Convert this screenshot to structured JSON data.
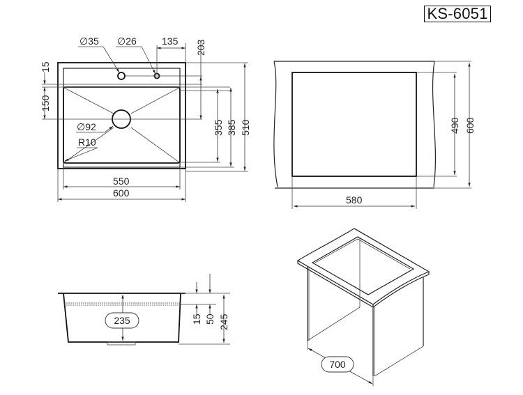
{
  "model": "KS-6051",
  "top_view": {
    "labels": {
      "hole_large": "∅35",
      "hole_small": "∅26",
      "hole_offset": "135",
      "hole_to_drain": "203",
      "rim_top": "15",
      "drain_offset": "150",
      "drain_diameter": "∅92",
      "corner_radius": "R10",
      "bowl_depth_inner": "355",
      "bowl_depth_outer": "385",
      "overall_depth": "510",
      "bowl_width": "550",
      "overall_width": "600"
    }
  },
  "cutout_view": {
    "labels": {
      "cutout_depth": "490",
      "countertop_depth": "600",
      "cutout_width": "580"
    }
  },
  "side_view": {
    "labels": {
      "bowl_depth": "235",
      "rim_thickness": "15",
      "overflow_offset": "50",
      "total_height": "245"
    }
  },
  "iso_view": {
    "labels": {
      "cabinet_width": "700"
    }
  }
}
